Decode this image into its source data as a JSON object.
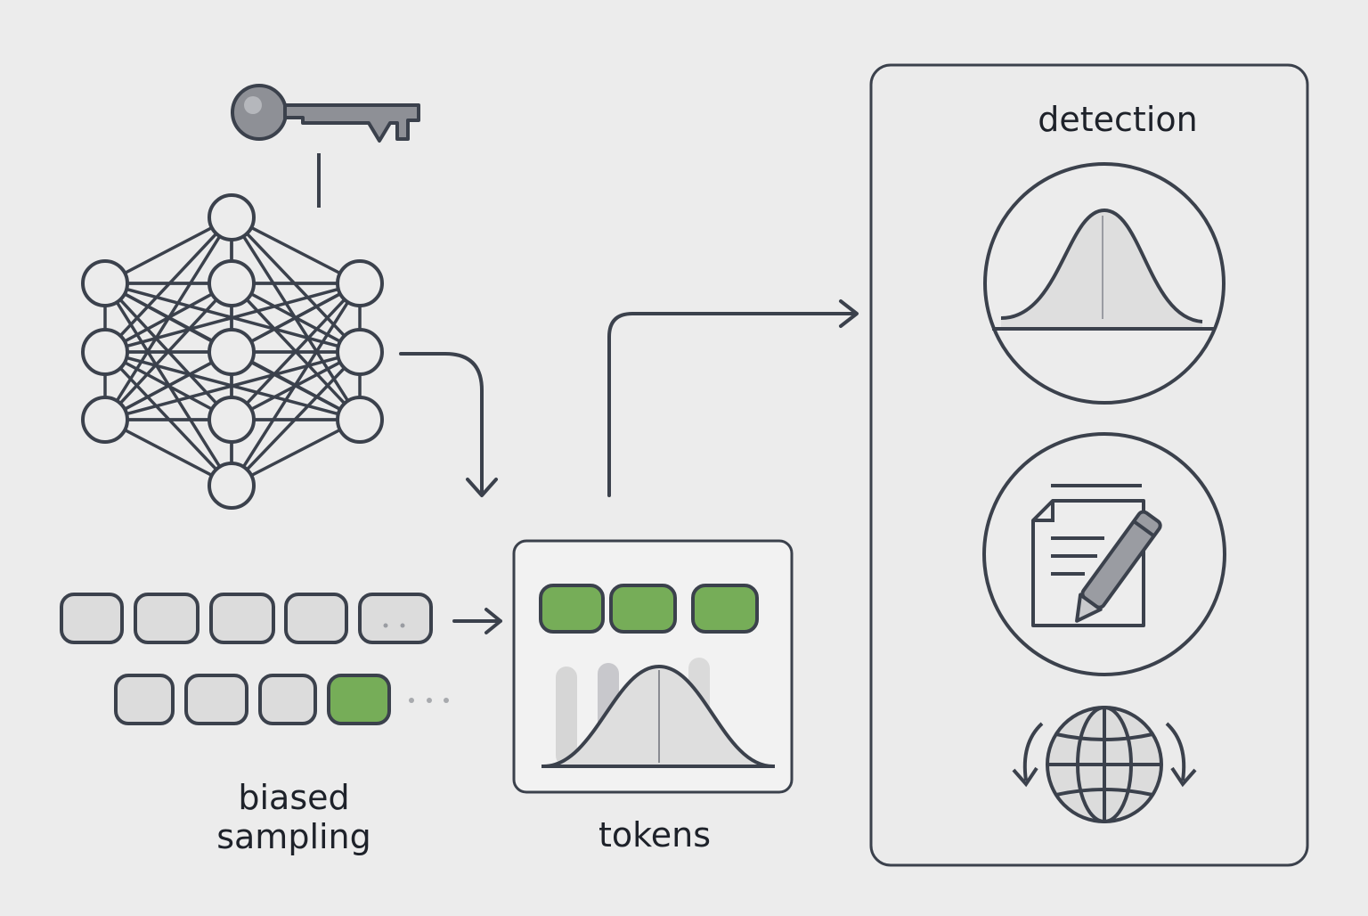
{
  "labels": {
    "biased_line1": "biased",
    "biased_line2": "sampling",
    "tokens": "tokens",
    "detection": "detection"
  },
  "colors": {
    "background": "#ececec",
    "stroke": "#3b414c",
    "token_gray": "#dcdcdc",
    "token_green": "#76ad58",
    "key_gray": "#8e9096",
    "pencil_gray": "#9a9ca2"
  },
  "icons": {
    "key": "key-icon",
    "network": "neural-network-icon",
    "distribution": "bell-curve-icon",
    "document": "document-pen-icon",
    "globe": "globe-icon"
  }
}
